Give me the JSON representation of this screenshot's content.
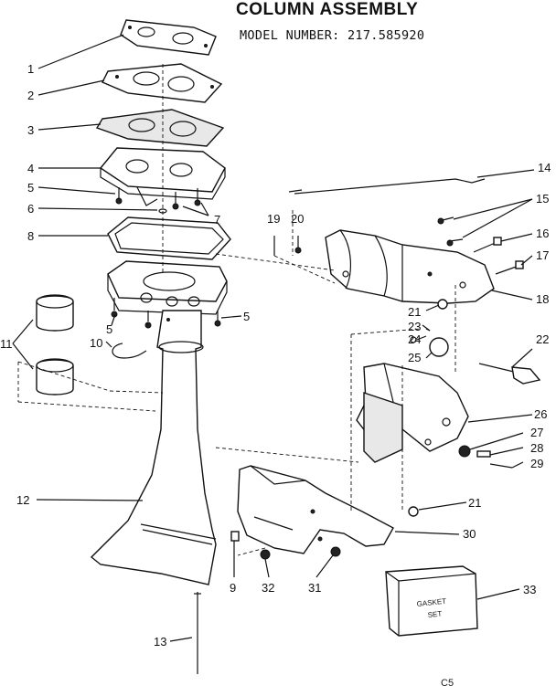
{
  "title": "COLUMN ASSEMBLY",
  "model_line": "MODEL NUMBER: 217.585920",
  "callouts": [
    "1",
    "2",
    "3",
    "4",
    "5",
    "6",
    "7",
    "8",
    "5",
    "5",
    "10",
    "11",
    "12",
    "13",
    "14",
    "15",
    "16",
    "17",
    "18",
    "19",
    "20",
    "21",
    "22",
    "23",
    "24",
    "25",
    "26",
    "27",
    "28",
    "29",
    "21",
    "30",
    "9",
    "32",
    "31",
    "33"
  ],
  "gasket_label_line1": "GASKET",
  "gasket_label_line2": "SET",
  "corner_code": "C5"
}
